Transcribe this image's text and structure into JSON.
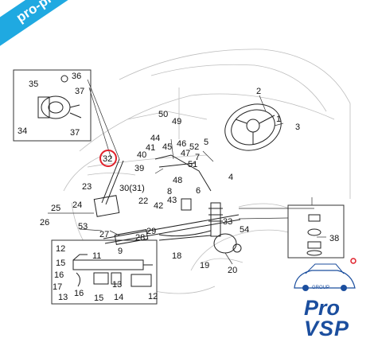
{
  "watermark": {
    "text": "pro-piece-vsp.com"
  },
  "logo": {
    "line1": "Pro",
    "line2": "VSP",
    "group": "GROUP"
  },
  "callouts": {
    "n1": "1",
    "n2": "2",
    "n3": "3",
    "n4": "4",
    "n5": "5",
    "n6": "6",
    "n7": "7",
    "n8": "8",
    "n9": "9",
    "n11": "11",
    "n12a": "12",
    "n12b": "12",
    "n13a": "13",
    "n13b": "13",
    "n14": "14",
    "n15a": "15",
    "n15b": "15",
    "n16a": "16",
    "n16b": "16",
    "n17": "17",
    "n18": "18",
    "n19": "19",
    "n20": "20",
    "n22": "22",
    "n23": "23",
    "n24": "24",
    "n25": "25",
    "n26": "26",
    "n27": "27",
    "n28": "28",
    "n29": "29",
    "n30": "30(31)",
    "n32": "32",
    "n33": "33",
    "n34": "34",
    "n35": "35",
    "n36": "36",
    "n37a": "37",
    "n37b": "37",
    "n38": "38",
    "n39": "39",
    "n40": "40",
    "n41": "41",
    "n42": "42",
    "n43": "43",
    "n44": "44",
    "n45": "45",
    "n46": "46",
    "n47": "47",
    "n48": "48",
    "n49": "49",
    "n50": "50",
    "n51": "51",
    "n52": "52",
    "n53": "53",
    "n54": "54"
  },
  "colors": {
    "highlight_circle": "#e0202a",
    "banner": "#1fa9e1",
    "brand": "#1b4e9e"
  }
}
